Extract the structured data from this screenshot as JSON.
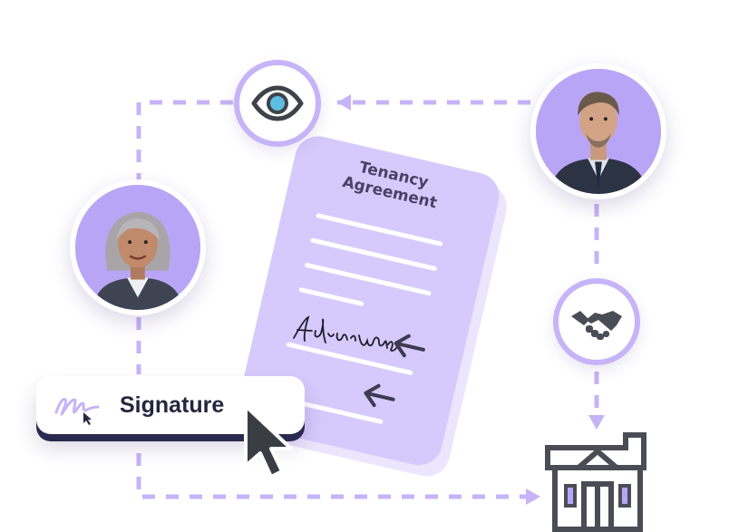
{
  "document": {
    "title_line1": "Tenancy",
    "title_line2": "Agreement",
    "signature_text": "Adrian Woods"
  },
  "signature_field": {
    "label": "Signature"
  },
  "icons": {
    "view": "eye-icon",
    "agreement": "handshake-icon",
    "property": "house-icon",
    "sign": "signature-scribble-icon",
    "pointer": "mouse-pointer-icon"
  },
  "colors": {
    "accent_lavender": "#c6b3f8",
    "document_fill": "#d6cafc",
    "dark_navy": "#2a2a50",
    "eye_iris": "#5bbde3",
    "icon_gray": "#4a4d55"
  }
}
